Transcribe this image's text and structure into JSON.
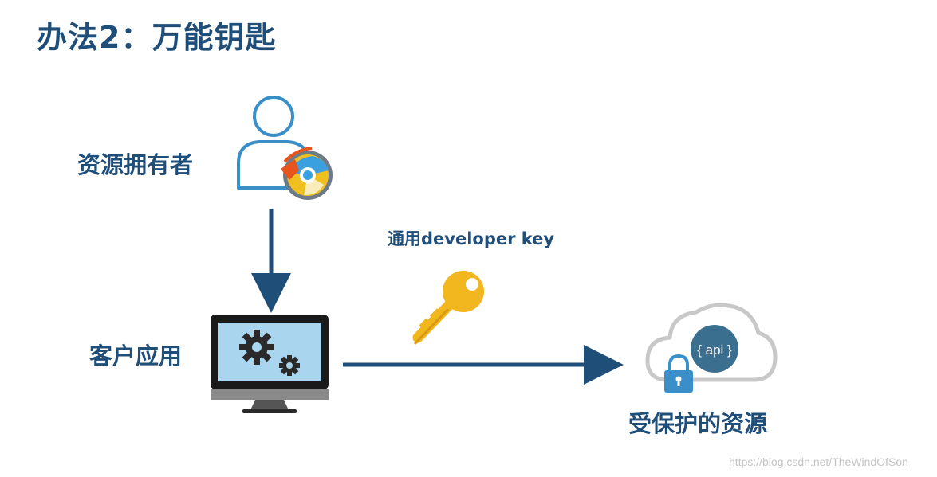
{
  "title": "办法2：万能钥匙",
  "nodes": {
    "owner": "资源拥有者",
    "client": "客户应用",
    "resource": "受保护的资源"
  },
  "edge_label": "通用developer key",
  "api_badge": "{ api }",
  "watermark": "https://blog.csdn.net/TheWindOfSon",
  "colors": {
    "title": "#1f4e79",
    "arrow": "#1f4e79",
    "person_outline": "#3a8fc9",
    "key": "#f2b71f",
    "cloud_outline": "#c8c8c8",
    "api_circle": "#3b6f8f",
    "lock": "#3a8fc9"
  }
}
